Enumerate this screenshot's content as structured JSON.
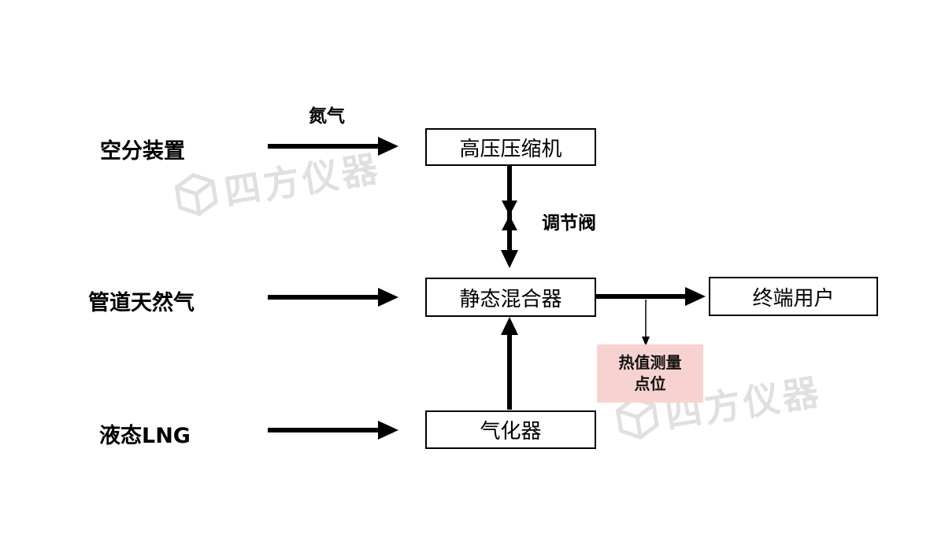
{
  "diagram": {
    "sources": [
      {
        "label": "空分装置"
      },
      {
        "label": "管道天然气"
      },
      {
        "label": "液态LNG"
      }
    ],
    "boxes": {
      "compressor": "高压压缩机",
      "mixer": "静态混合器",
      "end_user": "终端用户",
      "vaporizer": "气化器"
    },
    "edge_labels": {
      "nitrogen": "氮气",
      "valve": "调节阀"
    },
    "measurement": {
      "line1": "热值测量",
      "line2": "点位",
      "bg_color": "#f8d2d0"
    },
    "watermark": {
      "text": "四方仪器",
      "color": "#e0e0e0"
    },
    "arrow_color": "#000000"
  }
}
